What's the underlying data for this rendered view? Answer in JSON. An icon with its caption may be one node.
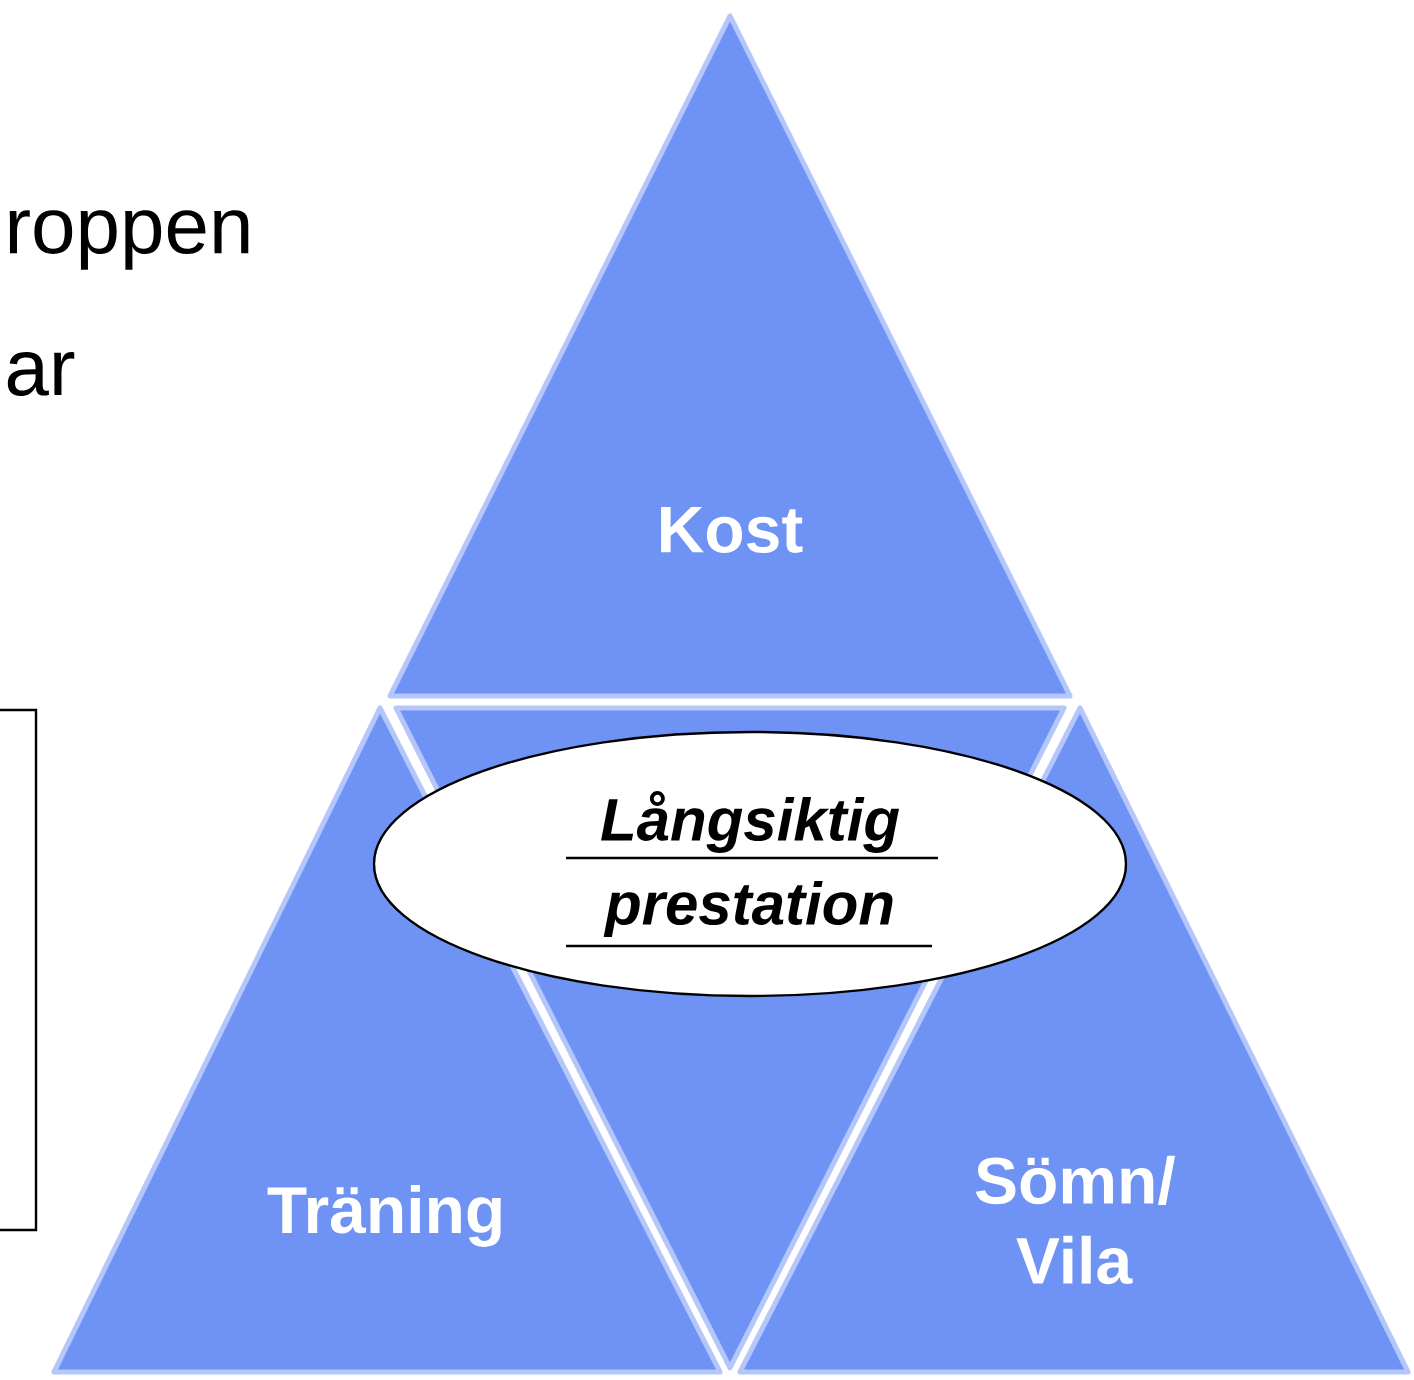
{
  "diagram": {
    "nodes": [
      {
        "text": [
          "Kost"
        ]
      },
      {
        "text": [
          "Långsiktig prestation"
        ]
      },
      {
        "text": [],
        "shape": "triangle"
      },
      {
        "text": [
          "Träning"
        ]
      },
      {
        "text": [
          "Sömn/ Vila"
        ]
      }
    ],
    "labels": [
      "roppen",
      "ar"
    ]
  }
}
